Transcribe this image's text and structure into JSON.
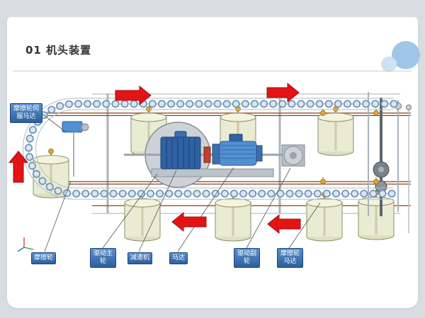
{
  "slide": {
    "title": "01 机头装置",
    "background_color": "#d7dce2",
    "accent_circle_colors": [
      "#9fc6e6",
      "#cfe2f3"
    ]
  },
  "diagram": {
    "labels": [
      {
        "id": "friction-wheel-servo-motor",
        "text": "摩擦轮伺服马达"
      },
      {
        "id": "friction-wheel",
        "text": "摩擦轮"
      },
      {
        "id": "drive-main-wheel",
        "text": "驱动主轮"
      },
      {
        "id": "reducer",
        "text": "减速机"
      },
      {
        "id": "motor",
        "text": "马达"
      },
      {
        "id": "drive-secondary-wheel",
        "text": "驱动副轮"
      },
      {
        "id": "friction-wheel-motor",
        "text": "摩擦轮马达"
      }
    ],
    "arrows": [
      {
        "id": "flow-arrow-top-left",
        "direction": "right"
      },
      {
        "id": "flow-arrow-top-right",
        "direction": "right"
      },
      {
        "id": "flow-arrow-left",
        "direction": "up"
      },
      {
        "id": "flow-arrow-bottom-center",
        "direction": "left"
      },
      {
        "id": "flow-arrow-bottom-right",
        "direction": "left"
      }
    ],
    "colors": {
      "label_background": "#2f64a8",
      "label_border": "#1c4679",
      "arrow_red": "#e51414",
      "drum_body": "#e9ebd2",
      "gearbox_blue": "#2e62a4",
      "motor_blue": "#5390d2",
      "track_dot": "#6f93b4",
      "pipe_brown": "#a65a36"
    }
  }
}
